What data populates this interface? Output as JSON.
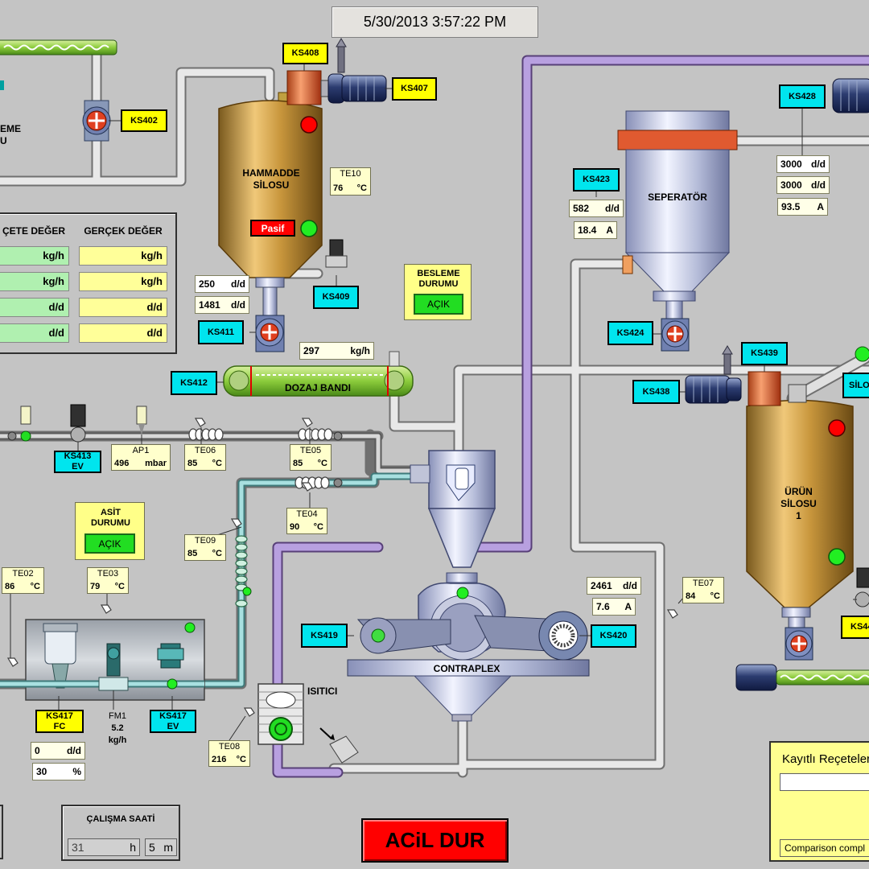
{
  "datetime": "5/30/2013 3:57:22 PM",
  "left_cut_label": [
    "EME",
    "U"
  ],
  "recipe_table": {
    "headers": [
      "ÇETE DEĞER",
      "GERÇEK DEĞER"
    ],
    "rows": [
      {
        "set_unit": "kg/h",
        "real_unit": "kg/h"
      },
      {
        "set_unit": "kg/h",
        "real_unit": "kg/h"
      },
      {
        "set_unit": "d/d",
        "real_unit": "d/d"
      },
      {
        "set_unit": "d/d",
        "real_unit": "d/d"
      }
    ]
  },
  "tags": {
    "ks402": "KS402",
    "ks408": "KS408",
    "ks407": "KS407",
    "ks409": "KS409",
    "ks411": "KS411",
    "ks412": "KS412",
    "ks413": "KS413",
    "ks413_sub": "EV",
    "ks417fc": "KS417",
    "ks417fc_sub": "FC",
    "ks417ev": "KS417",
    "ks417ev_sub": "EV",
    "ks419": "KS419",
    "ks420": "KS420",
    "ks423": "KS423",
    "ks424": "KS424",
    "ks428": "KS428",
    "ks438": "KS438",
    "ks439": "KS439",
    "ks44x": "KS44"
  },
  "hammadde": {
    "title": "HAMMADDE",
    "title2": "SİLOSU",
    "status": "Pasif",
    "speed_set": "250",
    "speed_set_unit": "d/d",
    "speed_real": "1481",
    "speed_real_unit": "d/d"
  },
  "te10": {
    "label": "TE10",
    "value": "76",
    "unit": "°C"
  },
  "besleme": {
    "title": "BESLEME",
    "title2": "DURUMU",
    "button": "AÇIK"
  },
  "asit": {
    "title": "ASİT",
    "title2": "DURUMU",
    "button": "AÇIK"
  },
  "dozaj": {
    "label": "DOZAJ BANDI",
    "flow": "297",
    "flow_unit": "kg/h"
  },
  "separator": {
    "label": "SEPERATÖR",
    "ks423_speed": "582",
    "ks423_speed_unit": "d/d",
    "ks423_current": "18.4",
    "ks423_current_unit": "A"
  },
  "ks428_values": {
    "speed1": "3000",
    "speed1_unit": "d/d",
    "speed2": "3000",
    "speed2_unit": "d/d",
    "current": "93.5",
    "current_unit": "A"
  },
  "ap1": {
    "label": "AP1",
    "value": "496",
    "unit": "mbar"
  },
  "te06": {
    "label": "TE06",
    "value": "85",
    "unit": "°C"
  },
  "te05": {
    "label": "TE05",
    "value": "85",
    "unit": "°C"
  },
  "te04": {
    "label": "TE04",
    "value": "90",
    "unit": "°C"
  },
  "te09": {
    "label": "TE09",
    "value": "85",
    "unit": "°C"
  },
  "te02": {
    "label": "TE02",
    "value": "86",
    "unit": "°C"
  },
  "te03": {
    "label": "TE03",
    "value": "79",
    "unit": "°C"
  },
  "te07": {
    "label": "TE07",
    "value": "84",
    "unit": "°C"
  },
  "te08": {
    "label": "TE08",
    "value": "216",
    "unit": "°C"
  },
  "fm1": {
    "label": "FM1",
    "value": "5.2",
    "unit": "kg/h"
  },
  "ks417_values": {
    "speed": "0",
    "speed_unit": "d/d",
    "percent": "30",
    "percent_unit": "%"
  },
  "contraplex": {
    "label": "CONTRAPLEX",
    "speed": "2461",
    "speed_unit": "d/d",
    "current": "7.6",
    "current_unit": "A"
  },
  "isitici": "ISITICI",
  "urun": {
    "title": "ÜRÜN",
    "title2": "SİLOSU",
    "title3": "1"
  },
  "silo_cut": "SİLO",
  "calisma": {
    "title": "ÇALIŞMA SAATİ",
    "hours": "31",
    "hours_unit": "h",
    "minutes": "5",
    "minutes_unit": "m"
  },
  "acil_dur": "ACiL DUR",
  "recipes": {
    "title": "Kayıtlı Reçeteler",
    "comparison": "Comparison compl"
  },
  "colors": {
    "background": "#c4c4c4",
    "tag_yellow": "#ffff00",
    "tag_cyan": "#00e5ee",
    "alarm_red": "#ff0000",
    "ok_green": "#22dd22",
    "emergency": "#ff0000",
    "pipe_gray": "#e6e6e6",
    "pipe_purple": "#9a7ac8"
  }
}
